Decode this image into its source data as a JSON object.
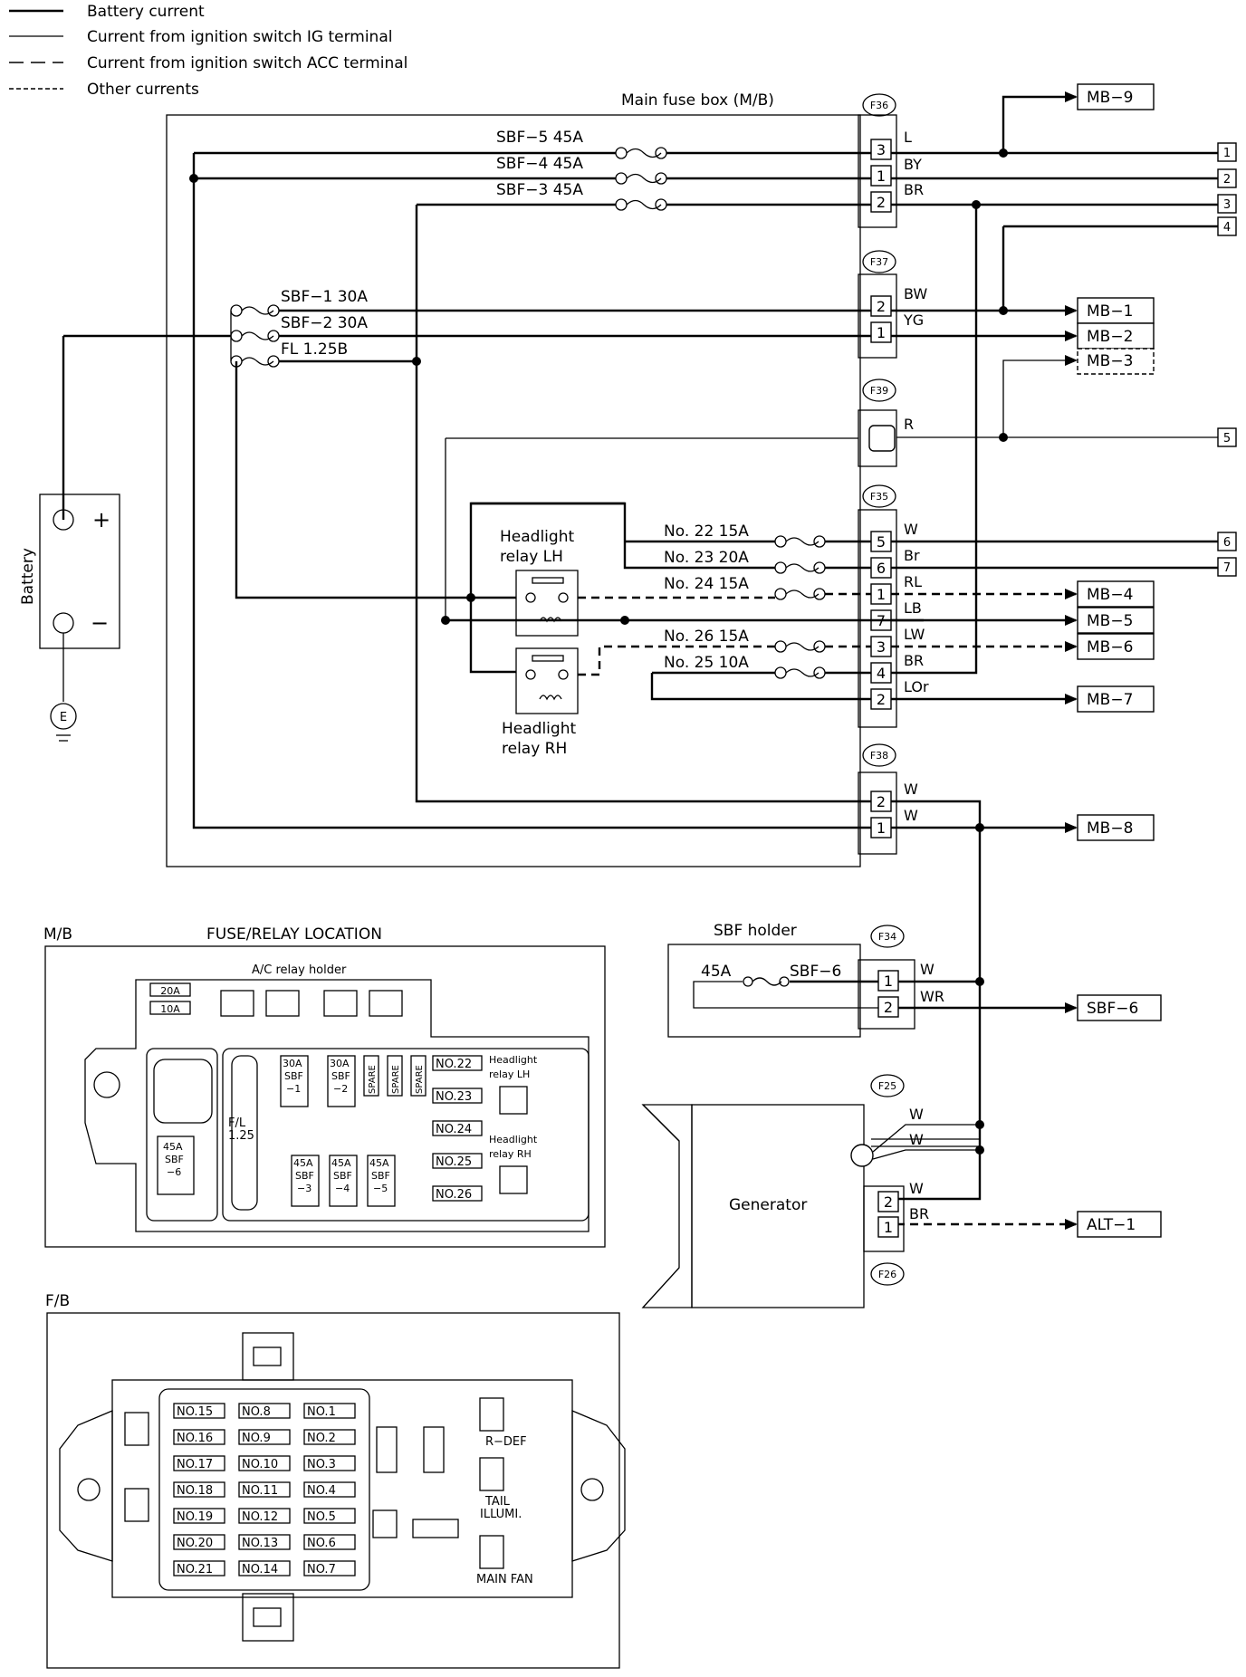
{
  "legend": [
    {
      "style": "solid-thick",
      "label": "Battery current"
    },
    {
      "style": "solid-thin",
      "label": "Current from ignition switch IG terminal"
    },
    {
      "style": "long-dash",
      "label": "Current from ignition switch ACC terminal"
    },
    {
      "style": "short-dash",
      "label": "Other currents"
    }
  ],
  "main_fuse_box": {
    "title": "Main fuse box (M/B)",
    "fuses": [
      "SBF−5 45A",
      "SBF−4 45A",
      "SBF−3 45A",
      "SBF−1 30A",
      "SBF−2 30A",
      "FL 1.25B"
    ],
    "relay_fuses": [
      "No. 22 15A",
      "No. 23 20A",
      "No. 24 15A",
      "No. 26 15A",
      "No. 25 10A"
    ],
    "relay_lh": [
      "Headlight",
      "relay LH"
    ],
    "relay_rh": [
      "Headlight",
      "relay RH"
    ]
  },
  "connectors": {
    "f36": {
      "id": "F36",
      "pins": [
        "3",
        "1",
        "2"
      ],
      "wires": [
        "L",
        "BY",
        "BR"
      ]
    },
    "f37": {
      "id": "F37",
      "pins": [
        "2",
        "1"
      ],
      "wires": [
        "BW",
        "YG"
      ]
    },
    "f39": {
      "id": "F39",
      "wires": [
        "R"
      ]
    },
    "f35": {
      "id": "F35",
      "pins": [
        "5",
        "6",
        "1",
        "7",
        "3",
        "4",
        "2"
      ],
      "wires": [
        "W",
        "Br",
        "RL",
        "LB",
        "LW",
        "BR",
        "LOr"
      ]
    },
    "f38": {
      "id": "F38",
      "pins": [
        "2",
        "1"
      ],
      "wires": [
        "W",
        "W"
      ]
    },
    "f34": {
      "id": "F34",
      "pins": [
        "1",
        "2"
      ],
      "wires": [
        "W",
        "WR"
      ]
    },
    "f25": {
      "id": "F25",
      "wires": [
        "W",
        "W"
      ]
    },
    "f26": {
      "id": "F26",
      "pins": [
        "2",
        "1"
      ],
      "wires": [
        "W",
        "BR"
      ]
    }
  },
  "destinations": [
    "MB−9",
    "MB−1",
    "MB−2",
    "MB−3",
    "MB−4",
    "MB−5",
    "MB−6",
    "MB−7",
    "MB−8",
    "SBF−6",
    "ALT−1"
  ],
  "right_terminals": [
    "1",
    "2",
    "3",
    "4",
    "5",
    "6",
    "7"
  ],
  "battery": {
    "label": "Battery",
    "plus": "+",
    "minus": "−",
    "ground": "E"
  },
  "sbf_holder": {
    "title": "SBF holder",
    "fuse_rating": "45A",
    "fuse_name": "SBF−6"
  },
  "generator": {
    "label": "Generator"
  },
  "mb_location": {
    "section": "M/B",
    "title": "FUSE/RELAY LOCATION",
    "ac_relay_holder": "A/C relay holder",
    "small_fuses": [
      "20A",
      "10A"
    ],
    "sbf6": [
      "45A",
      "SBF",
      "−6"
    ],
    "fl": [
      "F/L",
      "1.25"
    ],
    "sbf_30": [
      [
        "30A",
        "SBF",
        "−1"
      ],
      [
        "30A",
        "SBF",
        "−2"
      ]
    ],
    "sbf_45": [
      [
        "45A",
        "SBF",
        "−3"
      ],
      [
        "45A",
        "SBF",
        "−4"
      ],
      [
        "45A",
        "SBF",
        "−5"
      ]
    ],
    "spare": [
      "SPARE",
      "SPARE",
      "SPARE"
    ],
    "numbered": [
      "NO.22",
      "NO.23",
      "NO.24",
      "NO.25",
      "NO.26"
    ],
    "relay_lh": [
      "Headlight",
      "relay LH"
    ],
    "relay_rh": [
      "Headlight",
      "relay RH"
    ]
  },
  "fb_location": {
    "section": "F/B",
    "fuses": [
      [
        "NO.15",
        "NO.8",
        "NO.1"
      ],
      [
        "NO.16",
        "NO.9",
        "NO.2"
      ],
      [
        "NO.17",
        "NO.10",
        "NO.3"
      ],
      [
        "NO.18",
        "NO.11",
        "NO.4"
      ],
      [
        "NO.19",
        "NO.12",
        "NO.5"
      ],
      [
        "NO.20",
        "NO.13",
        "NO.6"
      ],
      [
        "NO.21",
        "NO.14",
        "NO.7"
      ]
    ],
    "relays": [
      "R−DEF",
      "TAIL",
      "ILLUMI.",
      "MAIN FAN"
    ]
  }
}
